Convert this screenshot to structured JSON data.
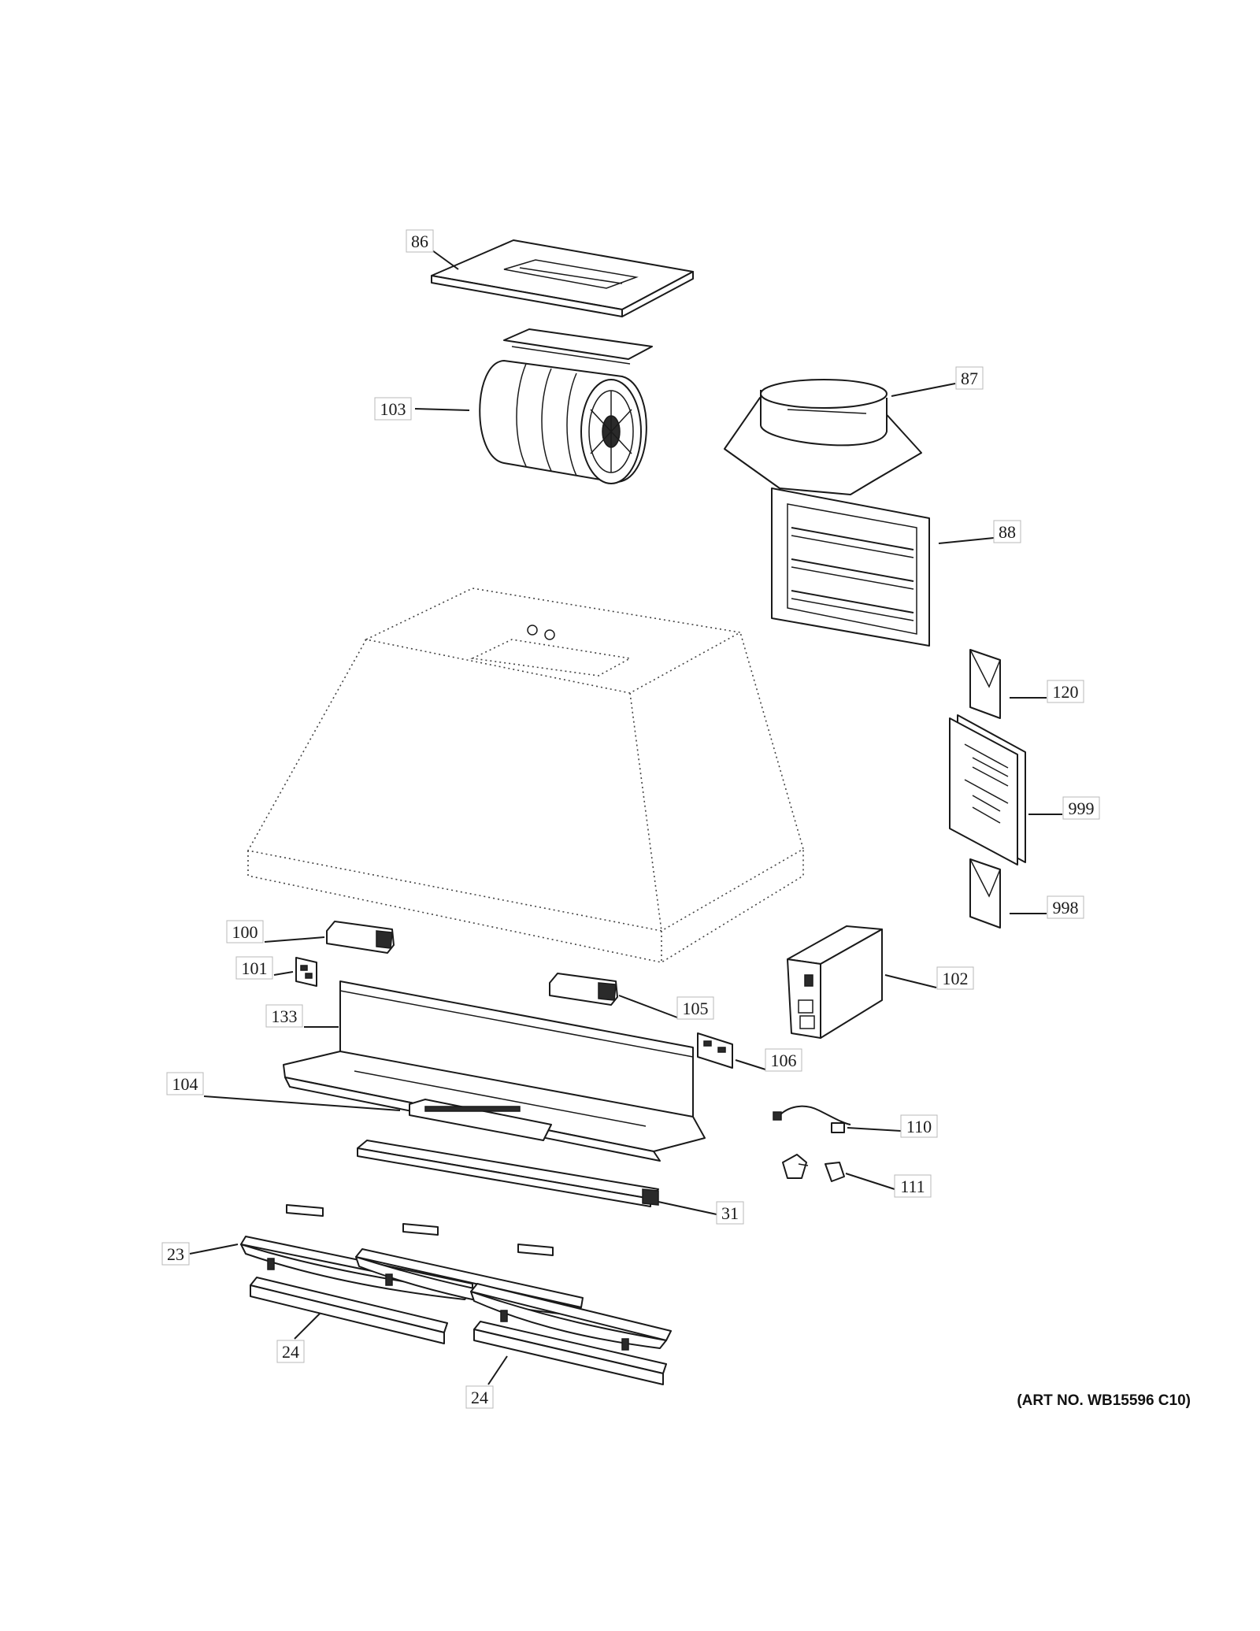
{
  "callouts": {
    "c86": "86",
    "c103": "103",
    "c87": "87",
    "c88": "88",
    "c120": "120",
    "c999": "999",
    "c998": "998",
    "c100": "100",
    "c101": "101",
    "c102": "102",
    "c105": "105",
    "c133": "133",
    "c106": "106",
    "c104": "104",
    "c110": "110",
    "c111": "111",
    "c31": "31",
    "c23": "23",
    "c24a": "24",
    "c24b": "24"
  },
  "art_number": "(ART NO. WB15596 C10)"
}
